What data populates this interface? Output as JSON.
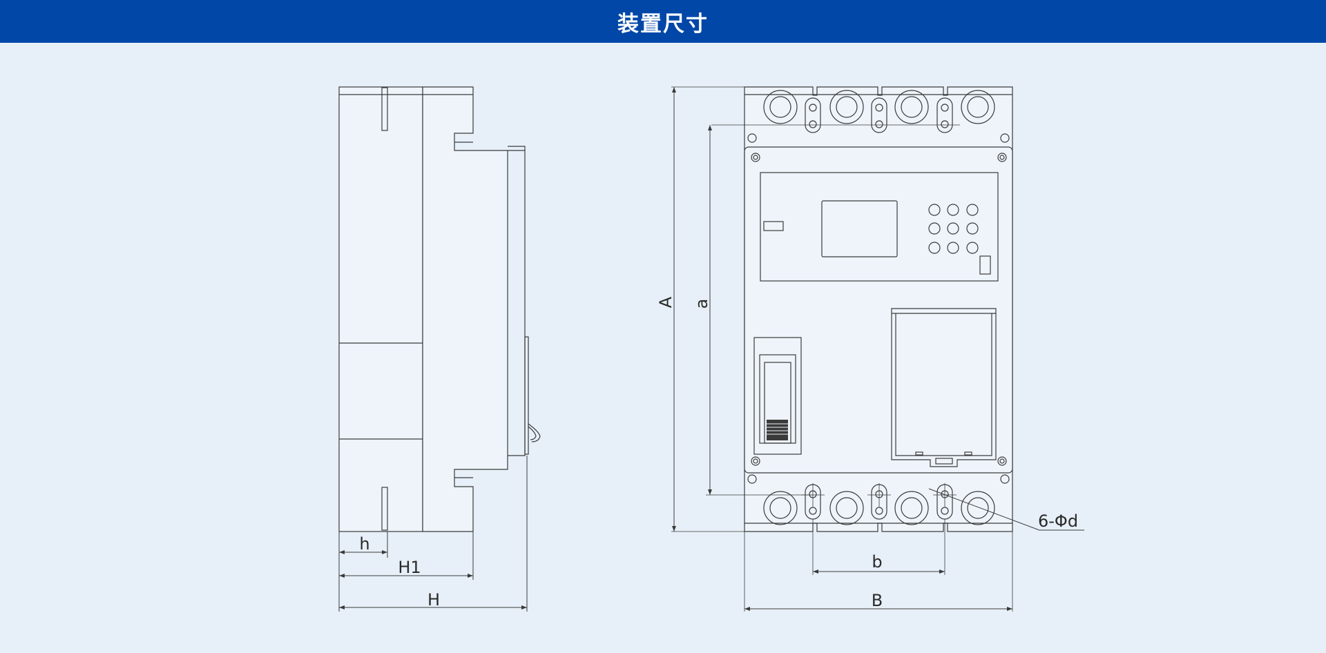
{
  "header": {
    "title": "装置尺寸"
  },
  "side_view": {
    "labels": {
      "h": "h",
      "H1": "H1",
      "H": "H"
    }
  },
  "front_view": {
    "labels": {
      "A": "A",
      "a": "a",
      "b": "b",
      "B": "B",
      "hole": "6-Φd"
    }
  },
  "colors": {
    "header_bg": "#0047a8",
    "page_bg": "#e7f0f8",
    "line": "#3a3a3a"
  }
}
